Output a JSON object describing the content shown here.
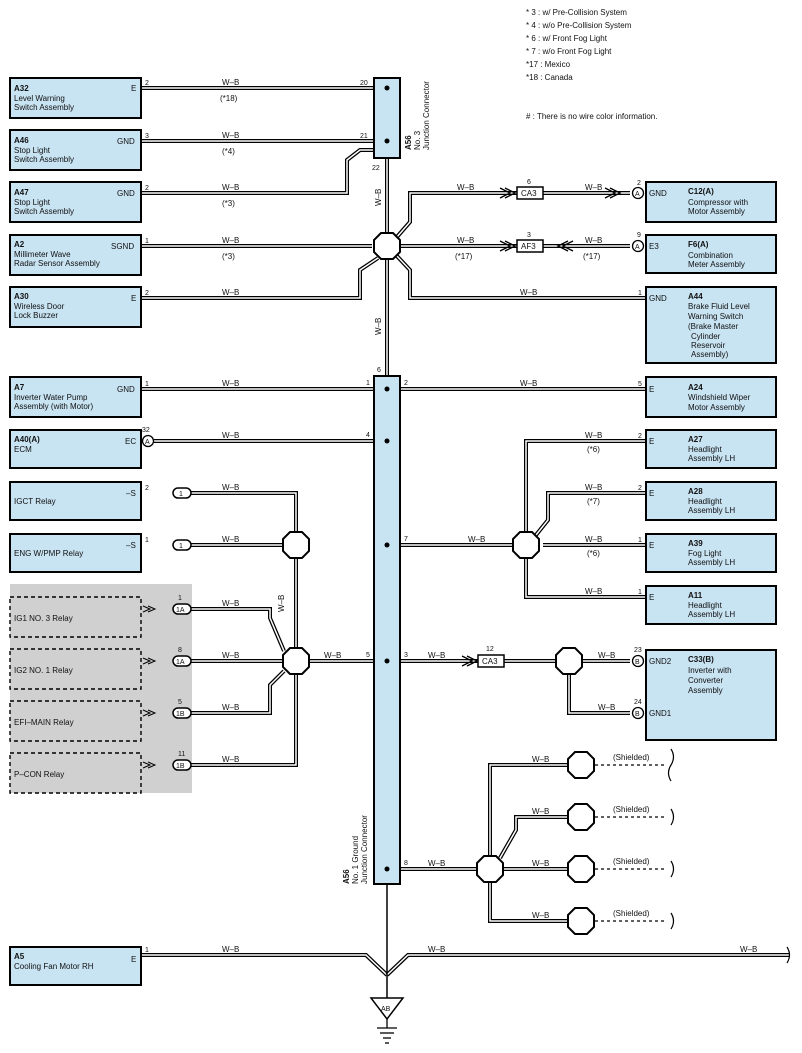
{
  "notes": {
    "items": [
      "* 3 : w/ Pre-Collision System",
      "* 4 : w/o Pre-Collision System",
      "* 6 : w/ Front Fog Light",
      "* 7 : w/o Front Fog Light",
      "*17 : Mexico",
      "*18 : Canada"
    ],
    "wire_color_note": "# : There is no wire color information."
  },
  "wire_color": "W–B",
  "shielded": "(Shielded)",
  "components": {
    "a32": {
      "code": "A32",
      "name1": "Level Warning",
      "name2": "Switch Assembly",
      "term": "E",
      "pin": "2"
    },
    "a46": {
      "code": "A46",
      "name1": "Stop Light",
      "name2": "Switch Assembly",
      "term": "GND",
      "pin": "3"
    },
    "a47": {
      "code": "A47",
      "name1": "Stop Light",
      "name2": "Switch Assembly",
      "term": "GND",
      "pin": "2"
    },
    "a2": {
      "code": "A2",
      "name1": "Millimeter Wave",
      "name2": "Radar Sensor Assembly",
      "term": "SGND",
      "pin": "1"
    },
    "a30": {
      "code": "A30",
      "name1": "Wireless Door",
      "name2": "Lock Buzzer",
      "term": "E",
      "pin": "2"
    },
    "a7": {
      "code": "A7",
      "name1": "Inverter Water Pump",
      "name2": "Assembly (with Motor)",
      "term": "GND",
      "pin": "1"
    },
    "a40": {
      "code": "A40(A)",
      "name1": "ECM",
      "term": "EC",
      "pin": "32",
      "conn": "A"
    },
    "igct": {
      "name": "IGCT Relay",
      "term": "–S",
      "pin": "2",
      "conn": "1"
    },
    "eng": {
      "name": "ENG W/PMP Relay",
      "term": "–S",
      "pin": "1",
      "conn": "1"
    },
    "ig1": {
      "name": "IG1 NO. 3 Relay",
      "pin": "1",
      "conn": "1A"
    },
    "ig2": {
      "name": "IG2 NO. 1 Relay",
      "pin": "8",
      "conn": "1A"
    },
    "efi": {
      "name": "EFI–MAIN Relay",
      "pin": "5",
      "conn": "1B"
    },
    "pcon": {
      "name": "P–CON Relay",
      "pin": "11",
      "conn": "1B"
    },
    "a5": {
      "code": "A5",
      "name1": "Cooling Fan Motor RH",
      "term": "E",
      "pin": "1"
    },
    "c12": {
      "code": "C12(A)",
      "name1": "Compressor with",
      "name2": "Motor Assembly",
      "term": "GND",
      "pin": "2",
      "conn": "A"
    },
    "f6": {
      "code": "F6(A)",
      "name1": "Combination",
      "name2": "Meter Assembly",
      "term": "E3",
      "pin": "9",
      "conn": "A"
    },
    "a44": {
      "code": "A44",
      "name1": "Brake Fluid Level",
      "name2": "Warning Switch",
      "name3": "(Brake Master",
      "name4": "Cylinder",
      "name5": "Reservoir",
      "name6": "Assembly)",
      "term": "GND",
      "pin": "1"
    },
    "a24": {
      "code": "A24",
      "name1": "Windshield Wiper",
      "name2": "Motor Assembly",
      "term": "E",
      "pin": "5"
    },
    "a27": {
      "code": "A27",
      "name1": "Headlight",
      "name2": "Assembly LH",
      "term": "E",
      "pin": "2"
    },
    "a28": {
      "code": "A28",
      "name1": "Headlight",
      "name2": "Assembly LH",
      "term": "E",
      "pin": "2"
    },
    "a39": {
      "code": "A39",
      "name1": "Fog Light",
      "name2": "Assembly LH",
      "term": "E",
      "pin": "1"
    },
    "a11": {
      "code": "A11",
      "name1": "Headlight",
      "name2": "Assembly LH",
      "term": "E",
      "pin": "1"
    },
    "c33": {
      "code": "C33(B)",
      "name1": "Inverter with",
      "name2": "Converter",
      "name3": "Assembly",
      "term1": "GND2",
      "pin1": "23",
      "term2": "GND1",
      "pin2": "24",
      "conn": "B"
    }
  },
  "junctions": {
    "a56_top": {
      "code": "A56",
      "l1": "No. 3",
      "l2": "Junction Connector",
      "pins": [
        "20",
        "21",
        "22"
      ]
    },
    "a56_main": {
      "code": "A56",
      "l1": "No. 1 Ground",
      "l2": "Junction Connector",
      "pins": [
        "6",
        "1",
        "2",
        "4",
        "7",
        "5",
        "3",
        "8"
      ]
    }
  },
  "inline": {
    "ca3_top": {
      "label": "CA3",
      "pin": "6"
    },
    "af3": {
      "label": "AF3",
      "pin": "3"
    },
    "ca3_bot": {
      "label": "CA3",
      "pin": "12"
    }
  },
  "conditions": {
    "c18": "(*18)",
    "c4": "(*4)",
    "c3": "(*3)",
    "c17": "(*17)",
    "c6": "(*6)",
    "c7": "(*7)"
  },
  "ground": {
    "label": "AB"
  }
}
